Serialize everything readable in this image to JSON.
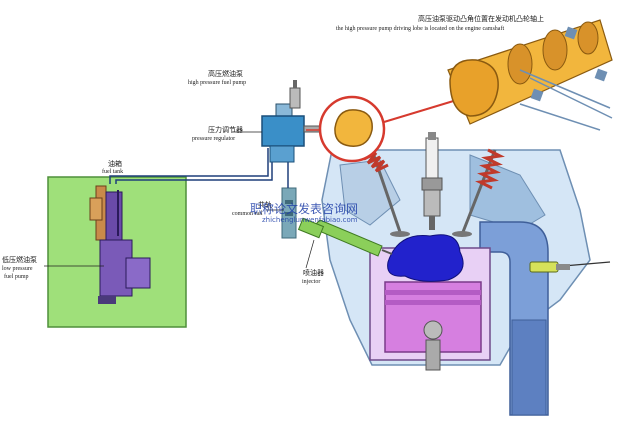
{
  "labels": {
    "camshaft_cn": "高压油泵驱动凸角位置在发动机凸轮轴上",
    "camshaft_en": "the high pressure pump driving lobe is located on the engine camshaft",
    "hp_pump_cn": "高压燃油泵",
    "hp_pump_en": "high pressure fuel pump",
    "regulator_cn": "压力调节器",
    "regulator_en": "pressure regulator",
    "tank_cn": "油箱",
    "tank_en": "fuel tank",
    "rail_cn": "共轨",
    "rail_en": "common rail",
    "injector_cn": "喷油器",
    "injector_en": "injector",
    "lp_pump_cn": "低压燃油泵",
    "lp_pump_en1": "low pressure",
    "lp_pump_en2": "fuel pump"
  },
  "watermark": {
    "cn": "职称论文发表咨询网",
    "en": "zhichenglunwenfabiao.com"
  },
  "colors": {
    "tank_fill": "#9fe07a",
    "tank_border": "#4f8f3a",
    "engine_block": "#cfe3f5",
    "engine_dark": "#6e8fb3",
    "piston": "#d67fe0",
    "combustion": "#2222cc",
    "valve_spring": "#c0392b",
    "cam_lobe": "#f2b63d",
    "callout": "#d63a2e",
    "fuel_line": "#1f3f7a"
  }
}
